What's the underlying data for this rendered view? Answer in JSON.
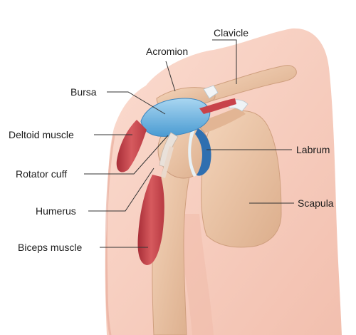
{
  "labels": {
    "clavicle": "Clavicle",
    "acromion": "Acromion",
    "bursa": "Bursa",
    "deltoid_muscle": "Deltoid muscle",
    "labrum": "Labrum",
    "rotator_cuff": "Rotator cuff",
    "scapula": "Scapula",
    "humerus": "Humerus",
    "biceps_muscle": "Biceps muscle"
  },
  "colors": {
    "skin": "#f6cdbf",
    "skin_shadow": "#eab3a2",
    "bone": "#ecc4a5",
    "bone_shadow": "#d6a887",
    "muscle": "#c8424a",
    "bursa_blue": "#6fb6e3",
    "labrum_blue": "#2f6fb0",
    "cartilage": "#e8f1f6",
    "leader_line": "#333333"
  }
}
